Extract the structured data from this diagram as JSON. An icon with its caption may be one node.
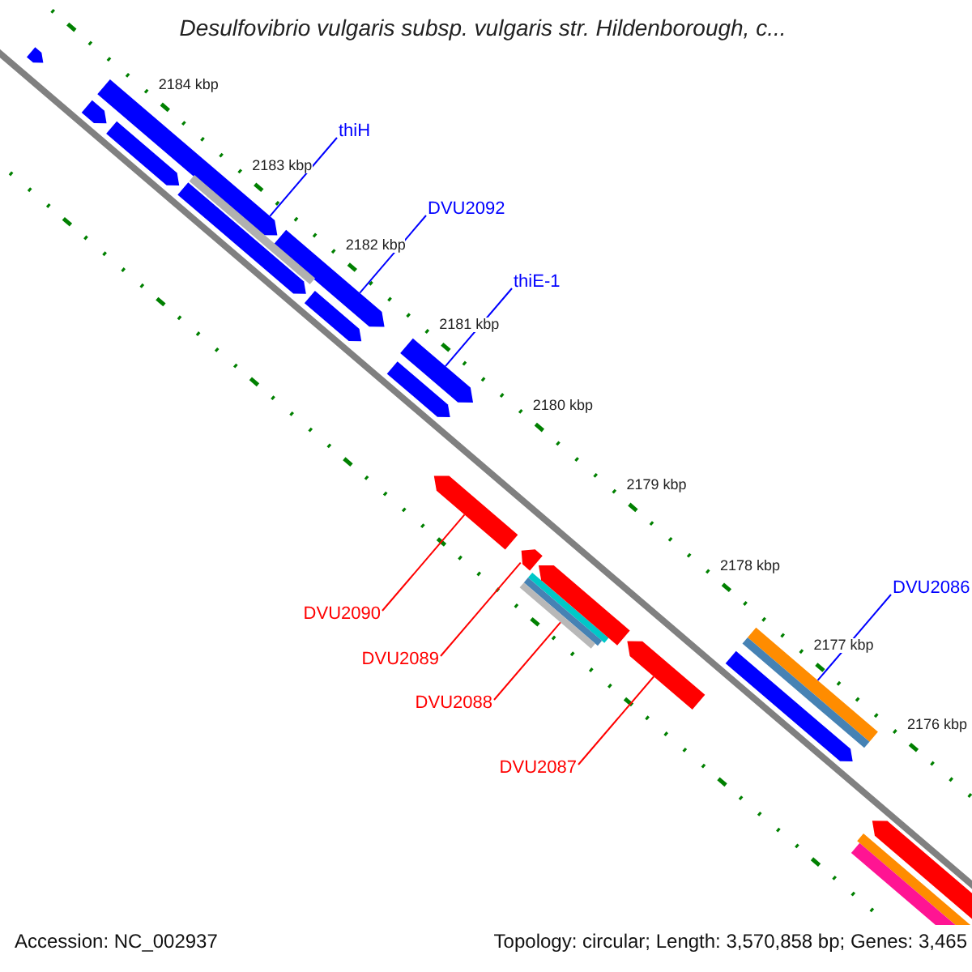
{
  "diagram": {
    "title": "Desulfovibrio vulgaris subsp. vulgaris str. Hildenborough, c...",
    "nodes": [
      {
        "text": [
          "thiH"
        ]
      },
      {
        "text": [
          "DVU2092"
        ]
      },
      {
        "text": [
          "thiE-1"
        ]
      },
      {
        "text": [
          "DVU2086"
        ]
      },
      {
        "text": [
          "DVU2090"
        ]
      },
      {
        "text": [
          "DVU2089"
        ]
      },
      {
        "text": [
          "DVU2088"
        ]
      },
      {
        "text": [
          "DVU2087"
        ]
      },
      {
        "text": [],
        "shape": "bar"
      },
      {
        "text": [],
        "shape": "bar"
      },
      {
        "text": [],
        "shape": "bar"
      },
      {
        "text": [],
        "shape": "bar"
      },
      {
        "text": [],
        "shape": "bar"
      },
      {
        "text": [],
        "shape": "bar"
      },
      {
        "text": [],
        "shape": "bar"
      },
      {
        "text": [],
        "shape": "bar"
      },
      {
        "text": [],
        "shape": "bar"
      },
      {
        "text": [],
        "shape": "bar"
      },
      {
        "text": [],
        "shape": "bar"
      },
      {
        "text": [],
        "shape": "bar"
      },
      {
        "text": [],
        "shape": "bar"
      },
      {
        "text": [],
        "shape": "bar"
      },
      {
        "text": [],
        "shape": "bar"
      },
      {
        "text": [],
        "shape": "bar"
      },
      {
        "text": [],
        "shape": "bar"
      },
      {
        "text": [],
        "shape": "bar"
      },
      {
        "text": [],
        "shape": "bar"
      },
      {
        "text": [],
        "shape": "bar"
      },
      {
        "text": [],
        "shape": "bar"
      }
    ],
    "edges": [
      {
        "from": 0,
        "to": 8,
        "arrow": "none"
      },
      {
        "from": 1,
        "to": 9,
        "arrow": "none"
      },
      {
        "from": 2,
        "to": 10,
        "arrow": "none"
      },
      {
        "from": 3,
        "to": 11,
        "arrow": "none"
      },
      {
        "from": 4,
        "to": 12,
        "arrow": "none",
        "color": "#ff0000"
      },
      {
        "from": 5,
        "to": 13,
        "arrow": "none",
        "color": "#ff0000"
      },
      {
        "from": 6,
        "to": 14,
        "arrow": "none",
        "color": "#ff0000"
      },
      {
        "from": 7,
        "to": 15,
        "arrow": "none",
        "color": "#ff0000"
      }
    ],
    "labels": [
      "2184 kbp",
      "2183 kbp",
      "2182 kbp",
      "2181 kbp",
      "2180 kbp",
      "2179 kbp",
      "2178 kbp",
      "2177 kbp",
      "2176 kbp",
      "Accession: NC_002937",
      "Topology: circular; Length: 3,570,858 bp; Genes: 3,465"
    ]
  }
}
